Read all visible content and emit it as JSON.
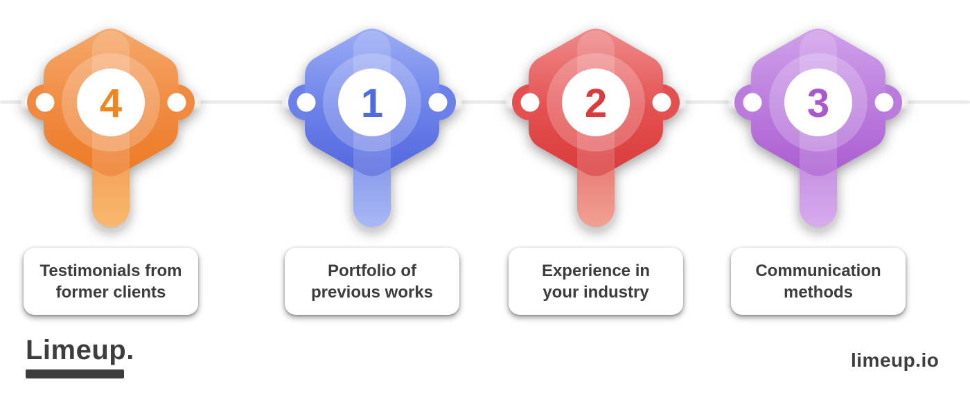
{
  "page": {
    "background": "#ffffff"
  },
  "timeline": {
    "line_color": "#ececec"
  },
  "steps": [
    {
      "number": "1",
      "label_line1": "Portfolio of",
      "label_line2": "previous works",
      "colors": {
        "light": "#9aacf4",
        "main": "#6b81e9",
        "dark": "#5266de",
        "stem_light": "#96abf3",
        "number": "#4e6be2"
      }
    },
    {
      "number": "2",
      "label_line1": "Experience in",
      "label_line2": "your industry",
      "colors": {
        "light": "#ef8a8a",
        "main": "#e45050",
        "dark": "#d93a3a",
        "stem_light": "#ef8f80",
        "number": "#dc3b3b"
      }
    },
    {
      "number": "3",
      "label_line1": "Communication",
      "label_line2": "methods",
      "colors": {
        "light": "#d0a0ea",
        "main": "#ba7bdd",
        "dark": "#aa5cd0",
        "stem_light": "#cf9cea",
        "number": "#aa58cc"
      }
    },
    {
      "number": "4",
      "label_line1": "Testimonials from",
      "label_line2": "former clients",
      "colors": {
        "light": "#f5a869",
        "main": "#f08a40",
        "dark": "#ed7a24",
        "stem_light": "#f8ab52",
        "number": "#f1861c"
      }
    }
  ],
  "footer": {
    "brand": "Limeup.",
    "website": "limeup.io",
    "text_color": "#3d3d3d"
  }
}
